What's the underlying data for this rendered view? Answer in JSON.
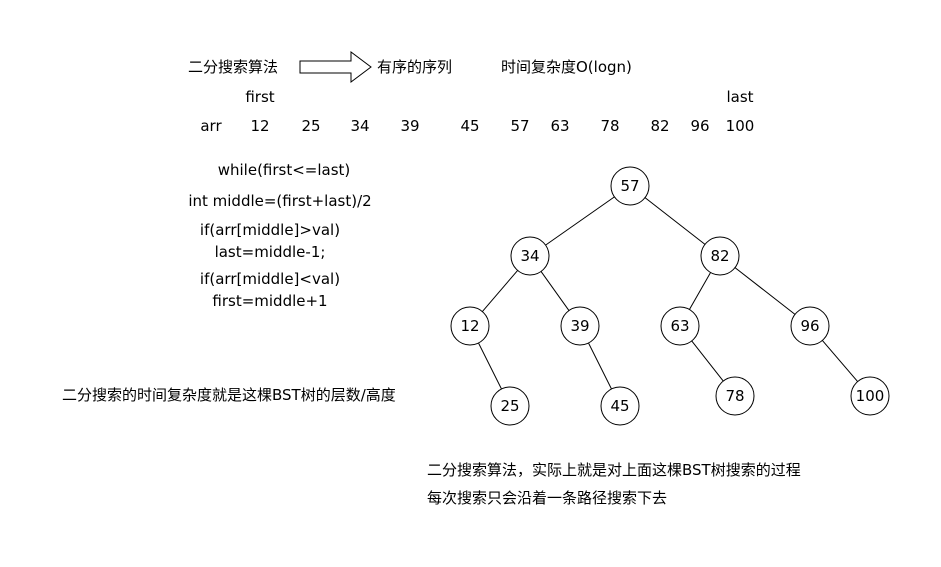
{
  "header": {
    "algo_label": "二分搜索算法",
    "result_label": "有序的序列",
    "complexity": "时间复杂度O(logn)"
  },
  "array": {
    "pointer_first": "first",
    "pointer_last": "last",
    "name": "arr",
    "values": [
      "12",
      "25",
      "34",
      "39",
      "45",
      "57",
      "63",
      "78",
      "82",
      "96",
      "100"
    ]
  },
  "code": {
    "line1": "while(first<=last)",
    "line2": "int middle=(first+last)/2",
    "line3": "if(arr[middle]>val)",
    "line4": "last=middle-1;",
    "line5": "if(arr[middle]<val)",
    "line6": "first=middle+1"
  },
  "notes": {
    "complexity_note": "二分搜索的时间复杂度就是这棵BST树的层数/高度",
    "bottom_line1": "二分搜索算法，实际上就是对上面这棵BST树搜索的过程",
    "bottom_line2": "每次搜索只会沿着一条路径搜索下去"
  },
  "tree": {
    "nodes": [
      {
        "id": "n57",
        "label": "57"
      },
      {
        "id": "n34",
        "label": "34"
      },
      {
        "id": "n82",
        "label": "82"
      },
      {
        "id": "n12",
        "label": "12"
      },
      {
        "id": "n39",
        "label": "39"
      },
      {
        "id": "n63",
        "label": "63"
      },
      {
        "id": "n96",
        "label": "96"
      },
      {
        "id": "n25",
        "label": "25"
      },
      {
        "id": "n45",
        "label": "45"
      },
      {
        "id": "n78",
        "label": "78"
      },
      {
        "id": "n100",
        "label": "100"
      }
    ],
    "edges": [
      [
        "n57",
        "n34"
      ],
      [
        "n57",
        "n82"
      ],
      [
        "n34",
        "n12"
      ],
      [
        "n34",
        "n39"
      ],
      [
        "n82",
        "n63"
      ],
      [
        "n82",
        "n96"
      ],
      [
        "n12",
        "n25"
      ],
      [
        "n39",
        "n45"
      ],
      [
        "n63",
        "n78"
      ],
      [
        "n96",
        "n100"
      ]
    ]
  }
}
